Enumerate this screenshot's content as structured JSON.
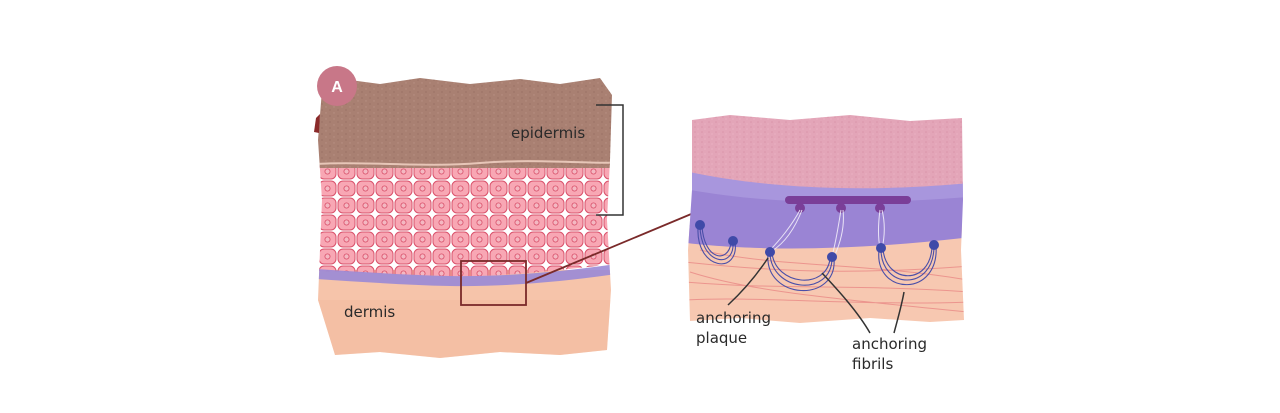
{
  "panel_badge": "A",
  "labels": {
    "epidermis": "epidermis",
    "dermis": "dermis",
    "anchoring_plaque": [
      "anchoring",
      "plaque"
    ],
    "anchoring_fibrils": [
      "anchoring",
      "fibrils"
    ]
  },
  "colors": {
    "badge": "#c87788",
    "epidermis_top": "#a98072",
    "cell_layer": "#f07a8c",
    "basement_membrane": "#9a8ad6",
    "dermis": "#f6c4aa",
    "zoom_top": "#e3a5b8",
    "zoom_membrane": "#9a84d4",
    "zoom_dermis": "#f7c8b1",
    "plaque": "#7a3e98",
    "anchors": "#4a4fa8",
    "zoom_box": "#7a2a2a",
    "bracket": "#333333"
  }
}
